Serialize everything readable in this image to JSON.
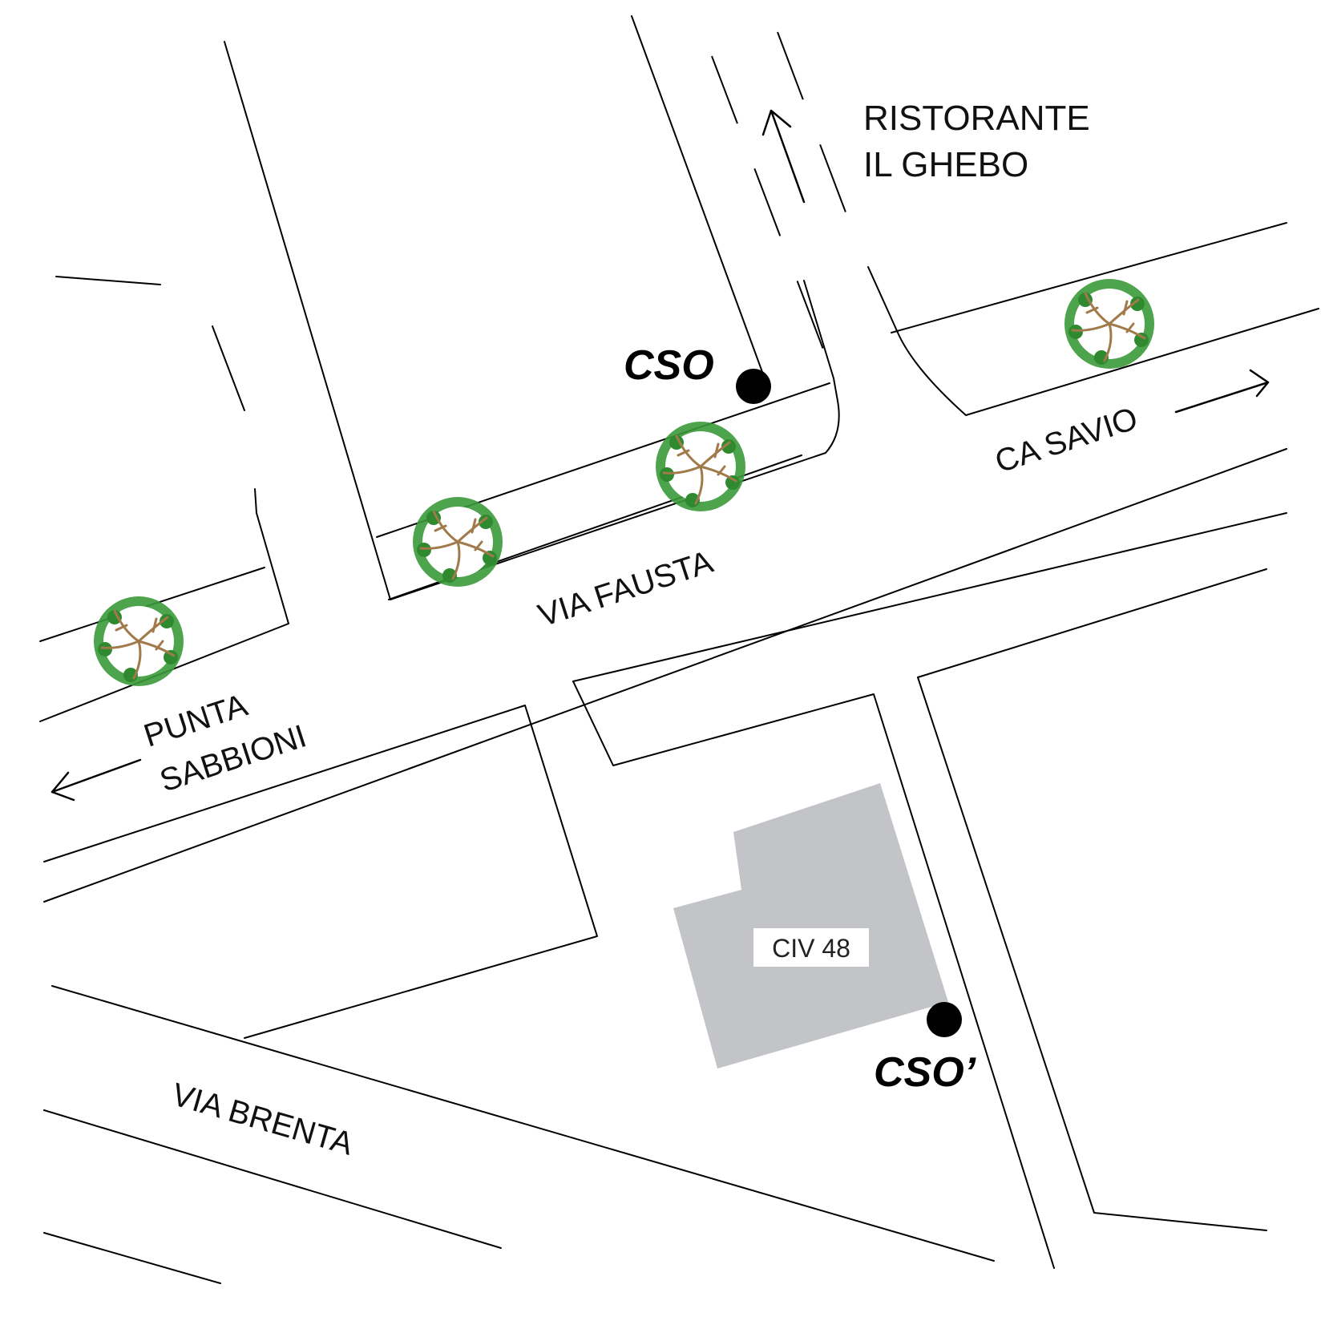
{
  "map": {
    "labels": {
      "via_fausta": "VIA FAUSTA",
      "via_brenta": "VIA BRENTA",
      "ca_savio": "CA SAVIO",
      "punta_line1": "PUNTA",
      "punta_line2": "SABBIONI",
      "ristorante_line1": "RISTORANTE",
      "ristorante_line2": "IL GHEBO",
      "building": "CIV 48"
    },
    "markers": {
      "cso": "CSO",
      "cso_prime": "CSO’"
    },
    "colors": {
      "roads": "#000000",
      "building": "#c3c4c8",
      "tree_foliage": "#3a9a3a",
      "tree_branches": "#a07a4a",
      "marker": "#000000"
    },
    "icons": [
      "tree-icon",
      "north-arrow-icon",
      "east-arrow-icon",
      "west-arrow-icon"
    ]
  }
}
